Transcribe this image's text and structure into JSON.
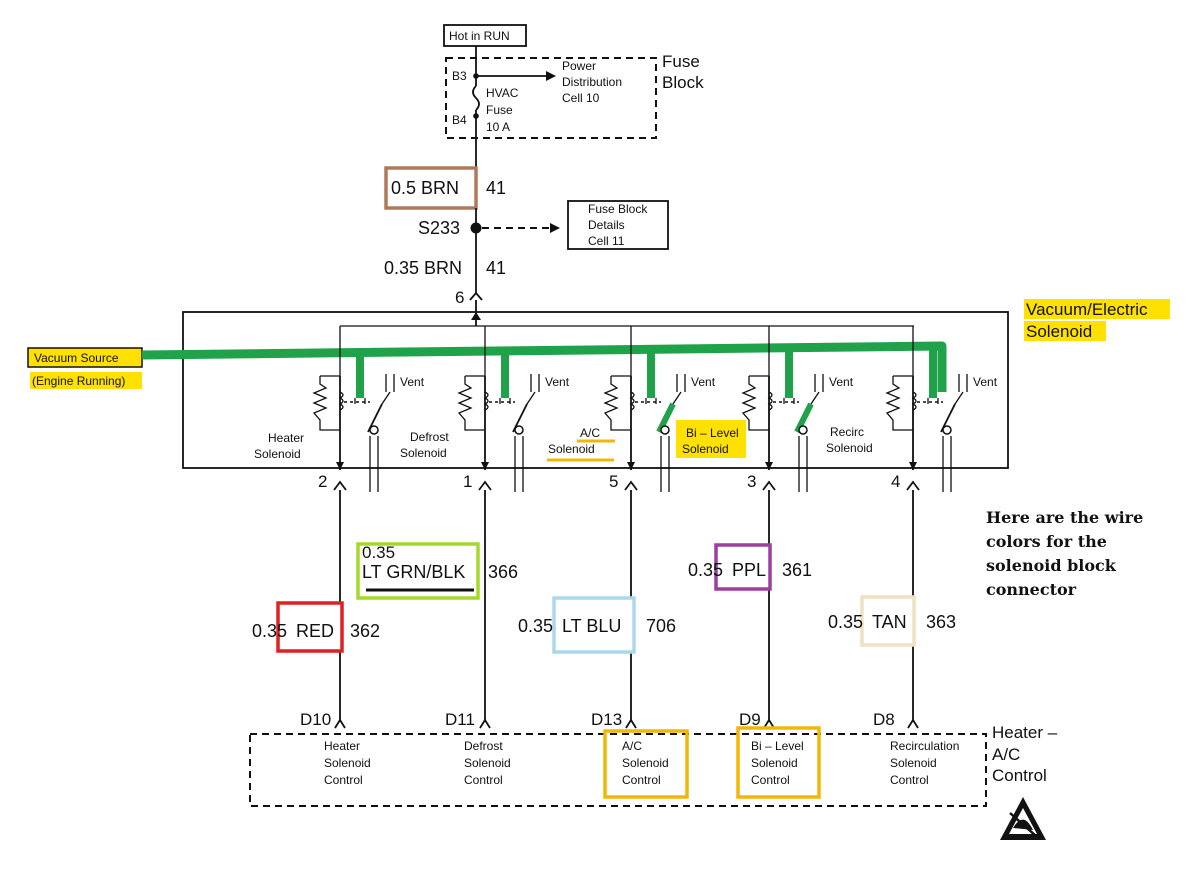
{
  "title_power": "Hot in RUN",
  "fuse_block": {
    "title_line1": "Fuse",
    "title_line2": "Block",
    "term_top": "B3",
    "term_bottom": "B4",
    "fuse_line1": "HVAC",
    "fuse_line2": "Fuse",
    "fuse_line3": "10 A",
    "power_line1": "Power",
    "power_line2": "Distribution",
    "power_line3": "Cell 10"
  },
  "splice": {
    "wire_top_gauge_color": "0.5 BRN",
    "wire_top_circuit": "41",
    "id": "S233",
    "details_line1": "Fuse Block",
    "details_line2": "Details",
    "details_line3": "Cell 11",
    "wire_bottom_gauge_color": "0.35 BRN",
    "wire_bottom_circuit": "41",
    "pin": "6"
  },
  "solenoid_block": {
    "title_line1": "Vacuum/Electric",
    "title_line2": "Solenoid",
    "vacuum_source": "Vacuum Source",
    "vacuum_source_note": "(Engine Running)",
    "vent_label": "Vent",
    "solenoids": [
      {
        "line1": "Heater",
        "line2": "Solenoid",
        "pin": "2"
      },
      {
        "line1": "Defrost",
        "line2": "Solenoid",
        "pin": "1"
      },
      {
        "line1": "A/C",
        "line2": "Solenoid",
        "pin": "5"
      },
      {
        "line1": "Bi – Level",
        "line2": "Solenoid",
        "pin": "3"
      },
      {
        "line1": "Recirc",
        "line2": "Solenoid",
        "pin": "4"
      }
    ]
  },
  "wires": [
    {
      "gauge": "0.35",
      "color": "RED",
      "circuit": "362",
      "box_color": "#e02020"
    },
    {
      "gauge": "0.35",
      "color": "LT GRN/BLK",
      "circuit": "366",
      "box_color": "#a6d82a"
    },
    {
      "gauge": "0.35",
      "color": "LT BLU",
      "circuit": "706",
      "box_color": "#a8d8ea"
    },
    {
      "gauge": "0.35",
      "color": "PPL",
      "circuit": "361",
      "box_color": "#9b3fa0"
    },
    {
      "gauge": "0.35",
      "color": "TAN",
      "circuit": "363",
      "box_color": "#ede2c2"
    }
  ],
  "top_box_color": "#b07a5a",
  "vacuum_line_color": "#1fa24a",
  "highlight_color": "#ffe100",
  "control_box_color": "#f2b705",
  "note_line1": "Here are the wire",
  "note_line2": "colors for the",
  "note_line3": "solenoid block",
  "note_line4": "connector",
  "control": {
    "title_line1": "Heater –",
    "title_line2": "A/C",
    "title_line3": "Control",
    "pins": [
      {
        "pin": "D10",
        "line1": "Heater",
        "line2": "Solenoid",
        "line3": "Control"
      },
      {
        "pin": "D11",
        "line1": "Defrost",
        "line2": "Solenoid",
        "line3": "Control"
      },
      {
        "pin": "D13",
        "line1": "A/C",
        "line2": "Solenoid",
        "line3": "Control"
      },
      {
        "pin": "D9",
        "line1": "Bi – Level",
        "line2": "Solenoid",
        "line3": "Control"
      },
      {
        "pin": "D8",
        "line1": "Recirculation",
        "line2": "Solenoid",
        "line3": "Control"
      }
    ]
  },
  "esd_icon": "esd-sensitive-icon"
}
